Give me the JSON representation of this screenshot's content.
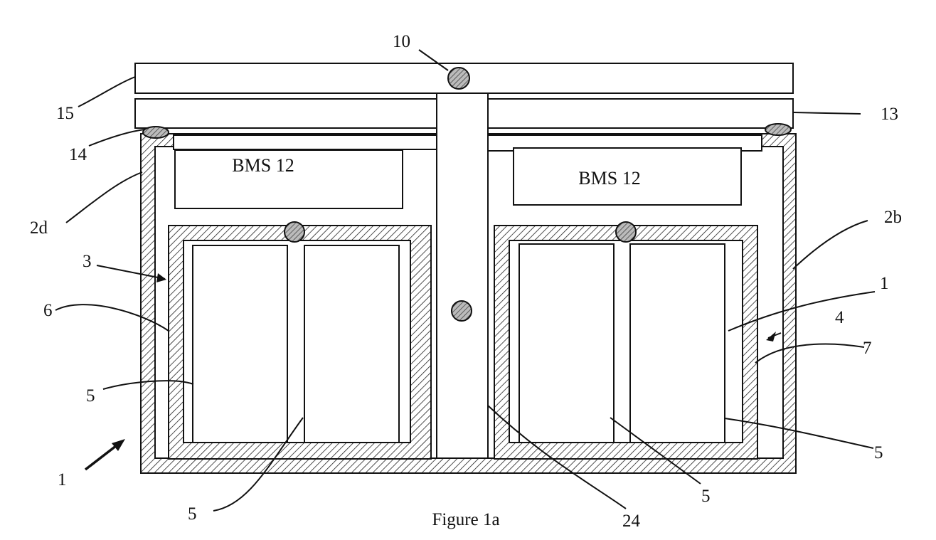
{
  "figure": {
    "caption": "Figure 1a",
    "bms_labels": [
      "BMS 12",
      "BMS 12"
    ],
    "reference_numerals": {
      "n10": "10",
      "n15": "15",
      "n13": "13",
      "n14": "14",
      "n2d": "2d",
      "n2b": "2b",
      "n3": "3",
      "n1_right": "1",
      "n4": "4",
      "n6": "6",
      "n7": "7",
      "n5_left": "5",
      "n5_right": "5",
      "n1_arrow": "1",
      "n5_bottom_left": "5",
      "n5_bottom_mid": "5",
      "n24": "24"
    }
  }
}
